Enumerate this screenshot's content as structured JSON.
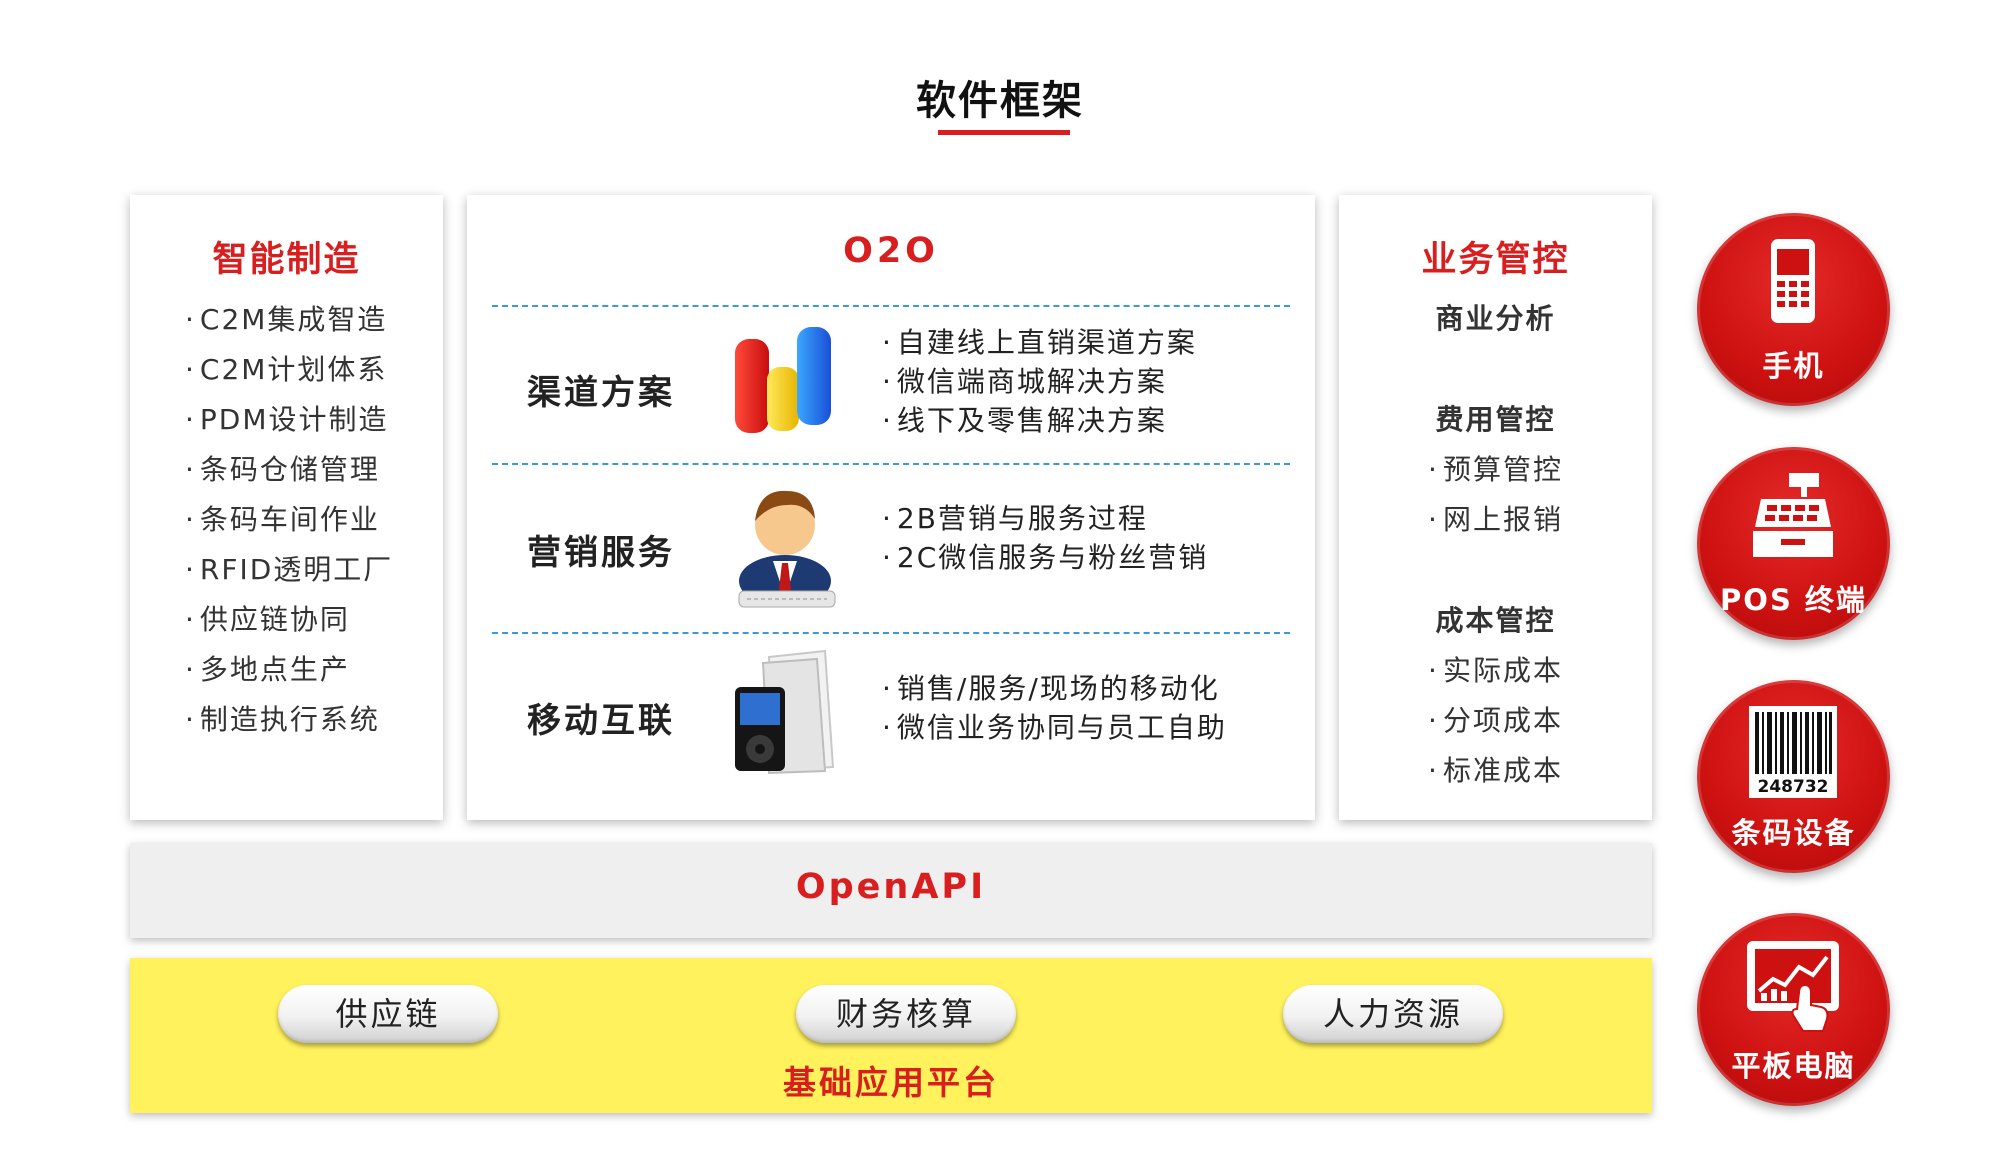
{
  "header": {
    "title": "软件框架"
  },
  "left_panel": {
    "title": "智能制造",
    "bullet": "·",
    "items": [
      "C2M集成智造",
      "C2M计划体系",
      "PDM设计制造",
      "条码仓储管理",
      "条码车间作业",
      "RFID透明工厂",
      "供应链协同",
      "多地点生产",
      "制造执行系统"
    ]
  },
  "middle_panel": {
    "title": "O2O",
    "rows": [
      {
        "label": "渠道方案",
        "items": [
          "自建线上直销渠道方案",
          "微信端商城解决方案",
          "线下及零售解决方案"
        ]
      },
      {
        "label": "营销服务",
        "items": [
          "2B营销与服务过程",
          "2C微信服务与粉丝营销"
        ]
      },
      {
        "label": "移动互联",
        "items": [
          "销售/服务/现场的移动化",
          "微信业务协同与员工自助"
        ]
      }
    ]
  },
  "right_panel": {
    "title": "业务管控",
    "sections": [
      {
        "heading": "商业分析",
        "items": []
      },
      {
        "heading": "费用管控",
        "items": [
          "预算管控",
          "网上报销"
        ]
      },
      {
        "heading": "成本管控",
        "items": [
          "实际成本",
          "分项成本",
          "标准成本"
        ]
      }
    ]
  },
  "openapi": {
    "label": "OpenAPI"
  },
  "base_platform": {
    "label": "基础应用平台",
    "modules": [
      "供应链",
      "财务核算",
      "人力资源"
    ]
  },
  "devices": [
    {
      "label": "手机",
      "icon": "mobile-phone-icon"
    },
    {
      "label": "POS 终端",
      "icon": "cash-register-icon"
    },
    {
      "label": "条码设备",
      "icon": "barcode-icon"
    },
    {
      "label": "平板电脑",
      "icon": "tablet-touch-icon"
    }
  ],
  "barcode_number": "248732",
  "colors": {
    "accent": "#d81e1e",
    "divider": "#3a9ad9",
    "base_bg": "#fff25c",
    "api_bg": "#efefef"
  }
}
